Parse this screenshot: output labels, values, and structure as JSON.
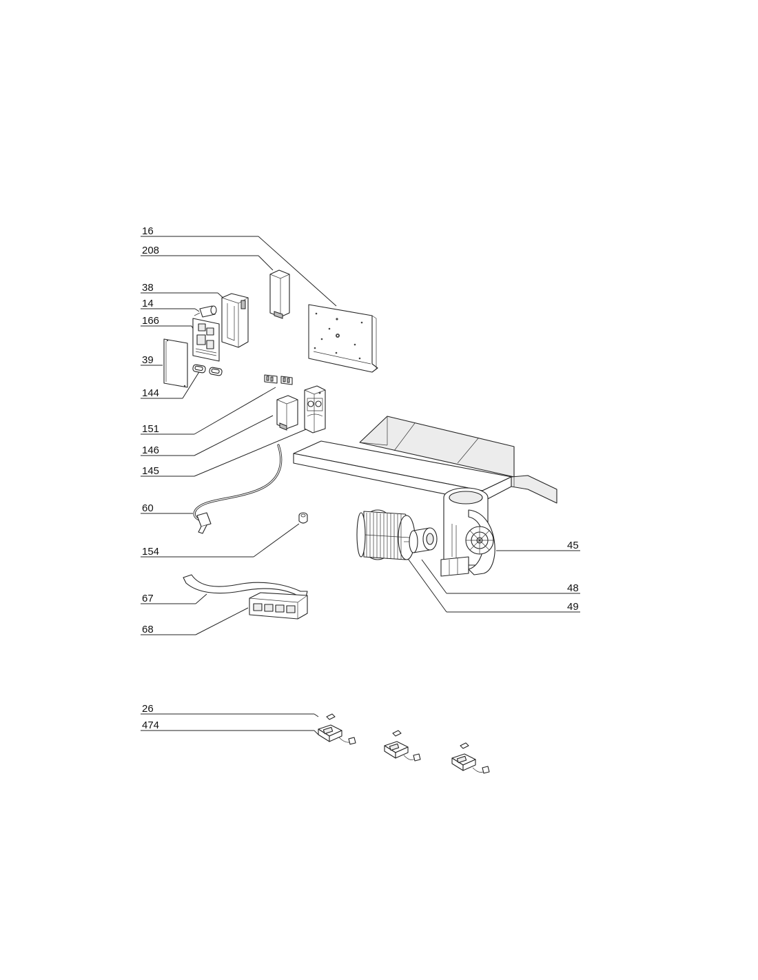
{
  "labels": {
    "p16": "16",
    "p208": "208",
    "p38": "38",
    "p14": "14",
    "p166": "166",
    "p39": "39",
    "p144": "144",
    "p151": "151",
    "p146": "146",
    "p145": "145",
    "p60": "60",
    "p154": "154",
    "p67": "67",
    "p68": "68",
    "p45": "45",
    "p48": "48",
    "p49": "49",
    "p26": "26",
    "p474": "474"
  }
}
